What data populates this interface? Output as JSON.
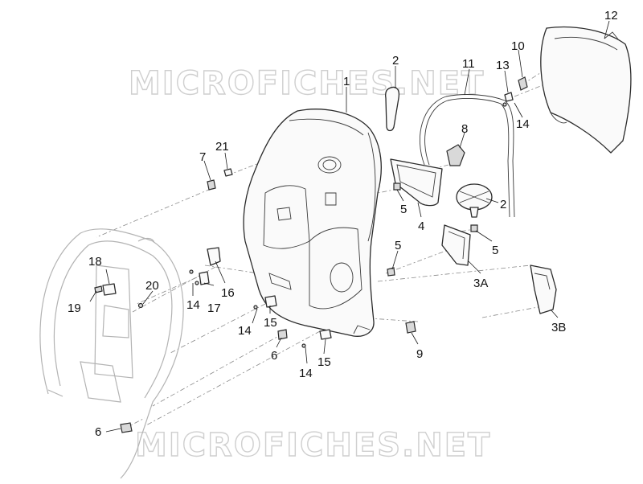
{
  "watermark": {
    "top": "MICROFICHES.NET",
    "bottom": "MICROFICHES.NET"
  },
  "callouts": {
    "p1": "1",
    "p2a": "2",
    "p2b": "2",
    "p3a": "3A",
    "p3b": "3B",
    "p4": "4",
    "p5a": "5",
    "p5b": "5",
    "p5c": "5",
    "p6a": "6",
    "p6b": "6",
    "p7": "7",
    "p8": "8",
    "p9": "9",
    "p10": "10",
    "p11": "11",
    "p12": "12",
    "p13": "13",
    "p14a": "14",
    "p14b": "14",
    "p14c": "14",
    "p14d": "14",
    "p15a": "15",
    "p15b": "15",
    "p16": "16",
    "p17": "17",
    "p18": "18",
    "p19": "19",
    "p20": "20",
    "p21": "21"
  }
}
